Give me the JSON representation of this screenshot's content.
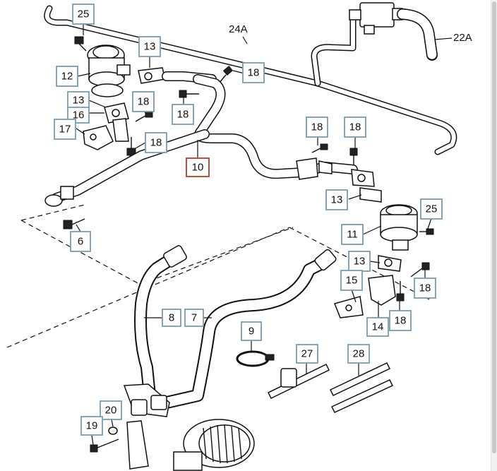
{
  "callouts": [
    {
      "id": "c25a",
      "label": "25"
    },
    {
      "id": "c24a",
      "label": "24A"
    },
    {
      "id": "c22a",
      "label": "22A"
    },
    {
      "id": "c13a",
      "label": "13"
    },
    {
      "id": "c12",
      "label": "12"
    },
    {
      "id": "c18a",
      "label": "18"
    },
    {
      "id": "c13b",
      "label": "13"
    },
    {
      "id": "c16",
      "label": "16"
    },
    {
      "id": "c18b",
      "label": "18"
    },
    {
      "id": "c18c",
      "label": "18"
    },
    {
      "id": "c17",
      "label": "17"
    },
    {
      "id": "c18d",
      "label": "18"
    },
    {
      "id": "c10",
      "label": "10"
    },
    {
      "id": "c18e",
      "label": "18"
    },
    {
      "id": "c18f",
      "label": "18"
    },
    {
      "id": "c13c",
      "label": "13"
    },
    {
      "id": "c25b",
      "label": "25"
    },
    {
      "id": "c11",
      "label": "11"
    },
    {
      "id": "c6",
      "label": "6"
    },
    {
      "id": "c13d",
      "label": "13"
    },
    {
      "id": "c15",
      "label": "15"
    },
    {
      "id": "c18g",
      "label": "18"
    },
    {
      "id": "c14",
      "label": "14"
    },
    {
      "id": "c18h",
      "label": "18"
    },
    {
      "id": "c8",
      "label": "8"
    },
    {
      "id": "c7",
      "label": "7"
    },
    {
      "id": "c9",
      "label": "9"
    },
    {
      "id": "c27",
      "label": "27"
    },
    {
      "id": "c28",
      "label": "28"
    },
    {
      "id": "c20",
      "label": "20"
    },
    {
      "id": "c19",
      "label": "19"
    }
  ],
  "highlighted_part": "10",
  "colors": {
    "callout_border": "#7a9cb0",
    "highlight_border": "#c0392b",
    "line": "#111111"
  }
}
